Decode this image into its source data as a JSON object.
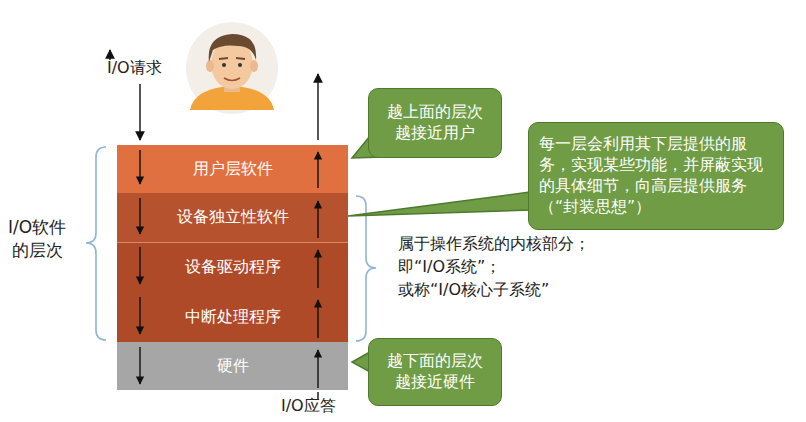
{
  "diagram": {
    "nodes": [
      {
        "text": [
          "用户层软件"
        ]
      },
      {
        "text": [
          "设备独立性软件"
        ]
      },
      {
        "text": [
          "设备驱动程序"
        ]
      },
      {
        "text": [
          "中断处理程序"
        ]
      },
      {
        "text": [
          "硬件"
        ]
      },
      {
        "text": [
          "越上面的层次 越接近用户"
        ]
      },
      {
        "text": [
          "每一层会利用其下层提供的服务，实现某些功能，并屏蔽实现的具体细节，向高层提供服务（“封装思想”）"
        ]
      },
      {
        "text": [
          "越下面的层次 越接近硬件"
        ]
      }
    ],
    "labels": [
      "I/O请求",
      "I/O软件 的层次",
      "属于操作系统的内核部分；",
      "即“I/O系统”；",
      "或称“I/O核心子系统”",
      "I/O应答"
    ]
  }
}
